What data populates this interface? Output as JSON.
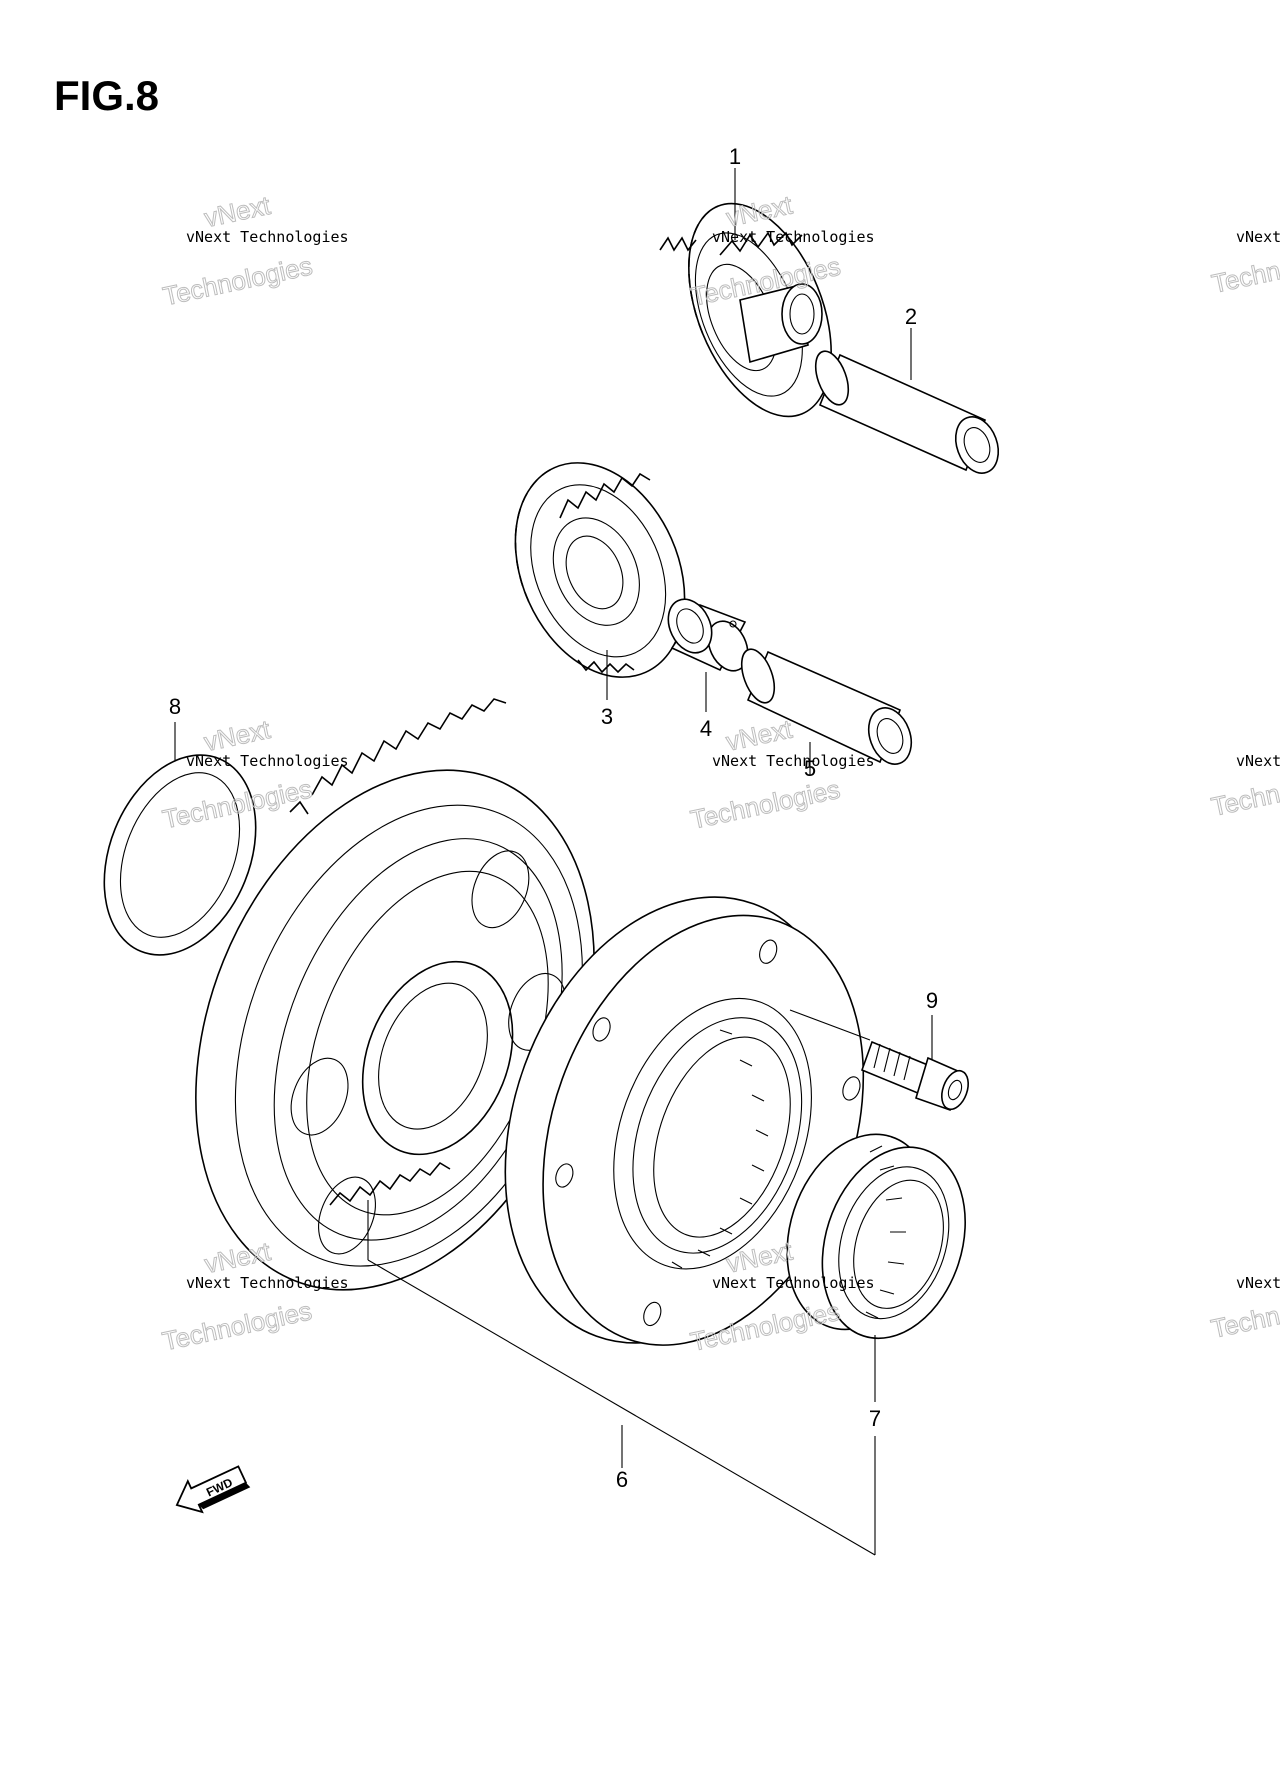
{
  "figure": {
    "title": "FIG.8"
  },
  "callouts": [
    "1",
    "2",
    "3",
    "4",
    "5",
    "6",
    "7",
    "8",
    "9"
  ],
  "fwd_label": "FWD",
  "watermark": {
    "line1": "vNext Technologies",
    "line2": "Technologies",
    "line3": "vNext"
  }
}
